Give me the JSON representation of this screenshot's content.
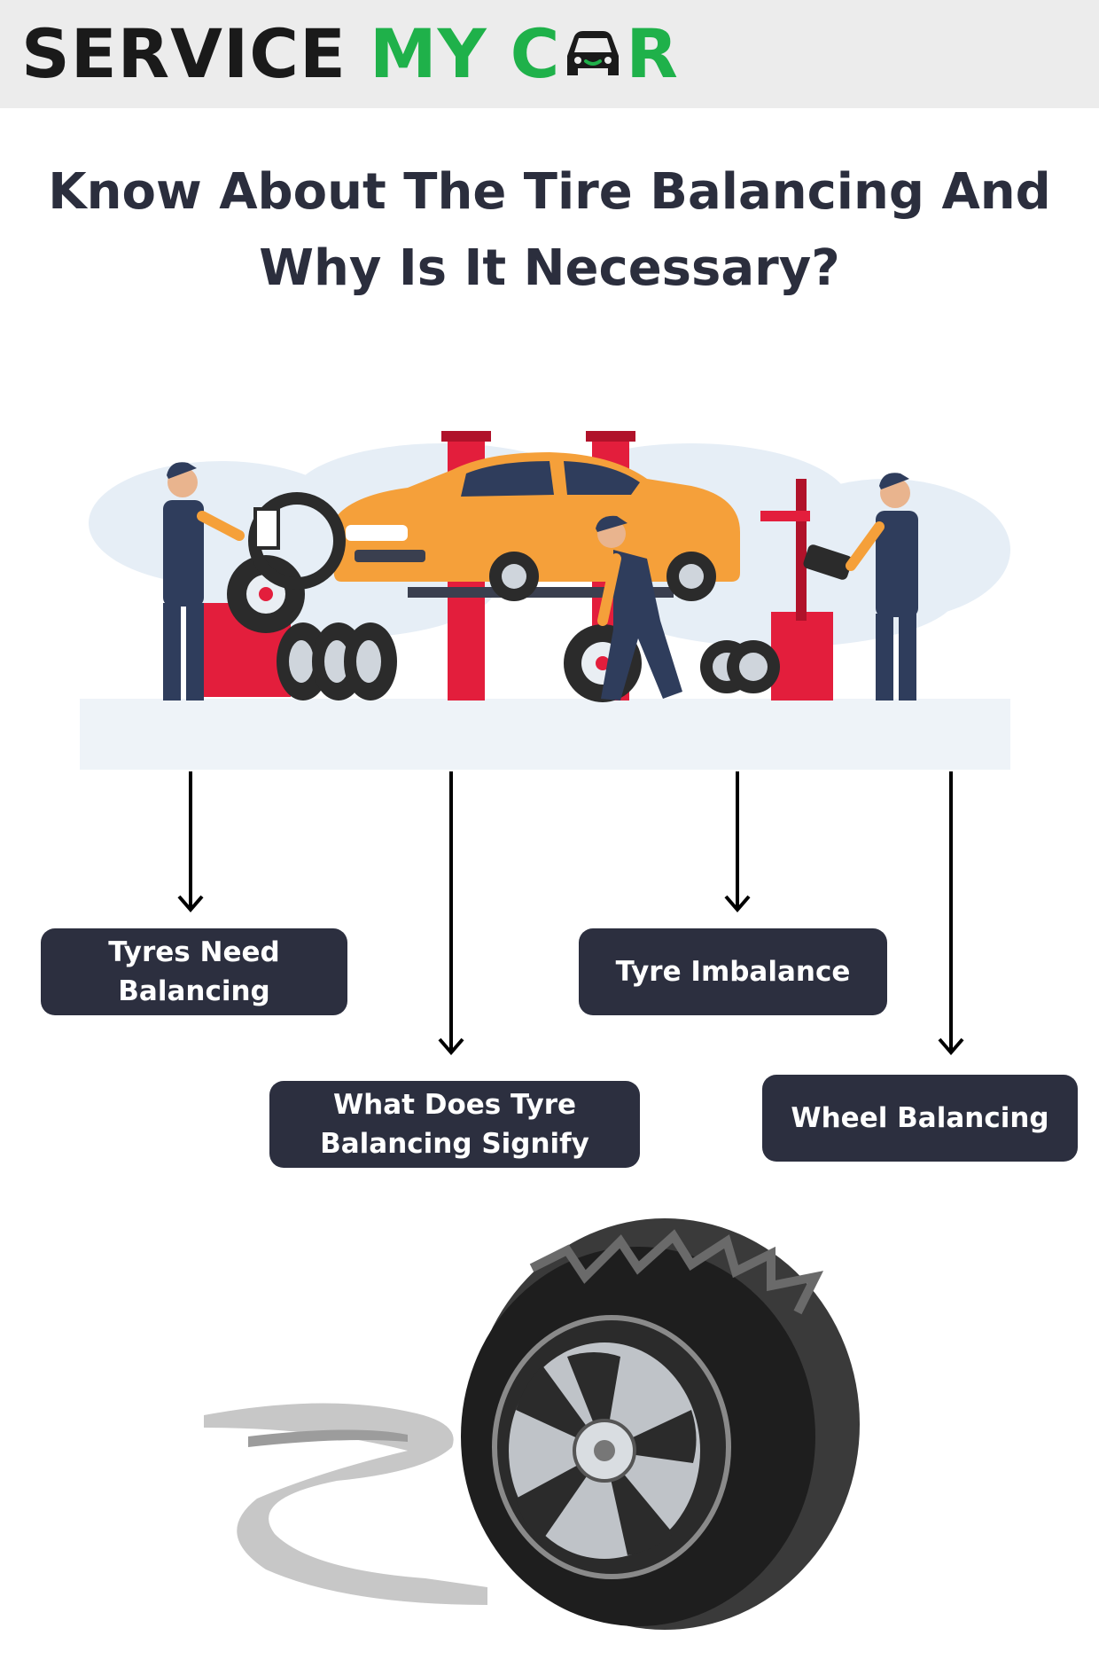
{
  "brand": {
    "word1": "SERVICE",
    "word2": "MY",
    "word3_start": "C",
    "word3_end": "R",
    "colors": {
      "dark": "#1a1a1a",
      "green": "#1fb14a"
    }
  },
  "title": {
    "line1": "Know About The Tire Balancing And",
    "line2": "Why Is It Necessary?"
  },
  "nodes": [
    {
      "lines": [
        "Tyres Need",
        "Balancing"
      ]
    },
    {
      "lines": [
        "What Does Tyre",
        "Balancing Signify"
      ]
    },
    {
      "lines": [
        "Tyre Imbalance"
      ]
    },
    {
      "lines": [
        "Wheel Balancing"
      ]
    }
  ],
  "colors": {
    "pill_bg": "#2c2f3f",
    "title_text": "#2b2e3d",
    "lift_red": "#e31e3c",
    "car_orange": "#f5a03a",
    "worker_navy": "#2f3d5c"
  },
  "icons": [
    "car-logo-icon",
    "arrow-down-icon",
    "workshop-illustration",
    "tire-illustration"
  ]
}
